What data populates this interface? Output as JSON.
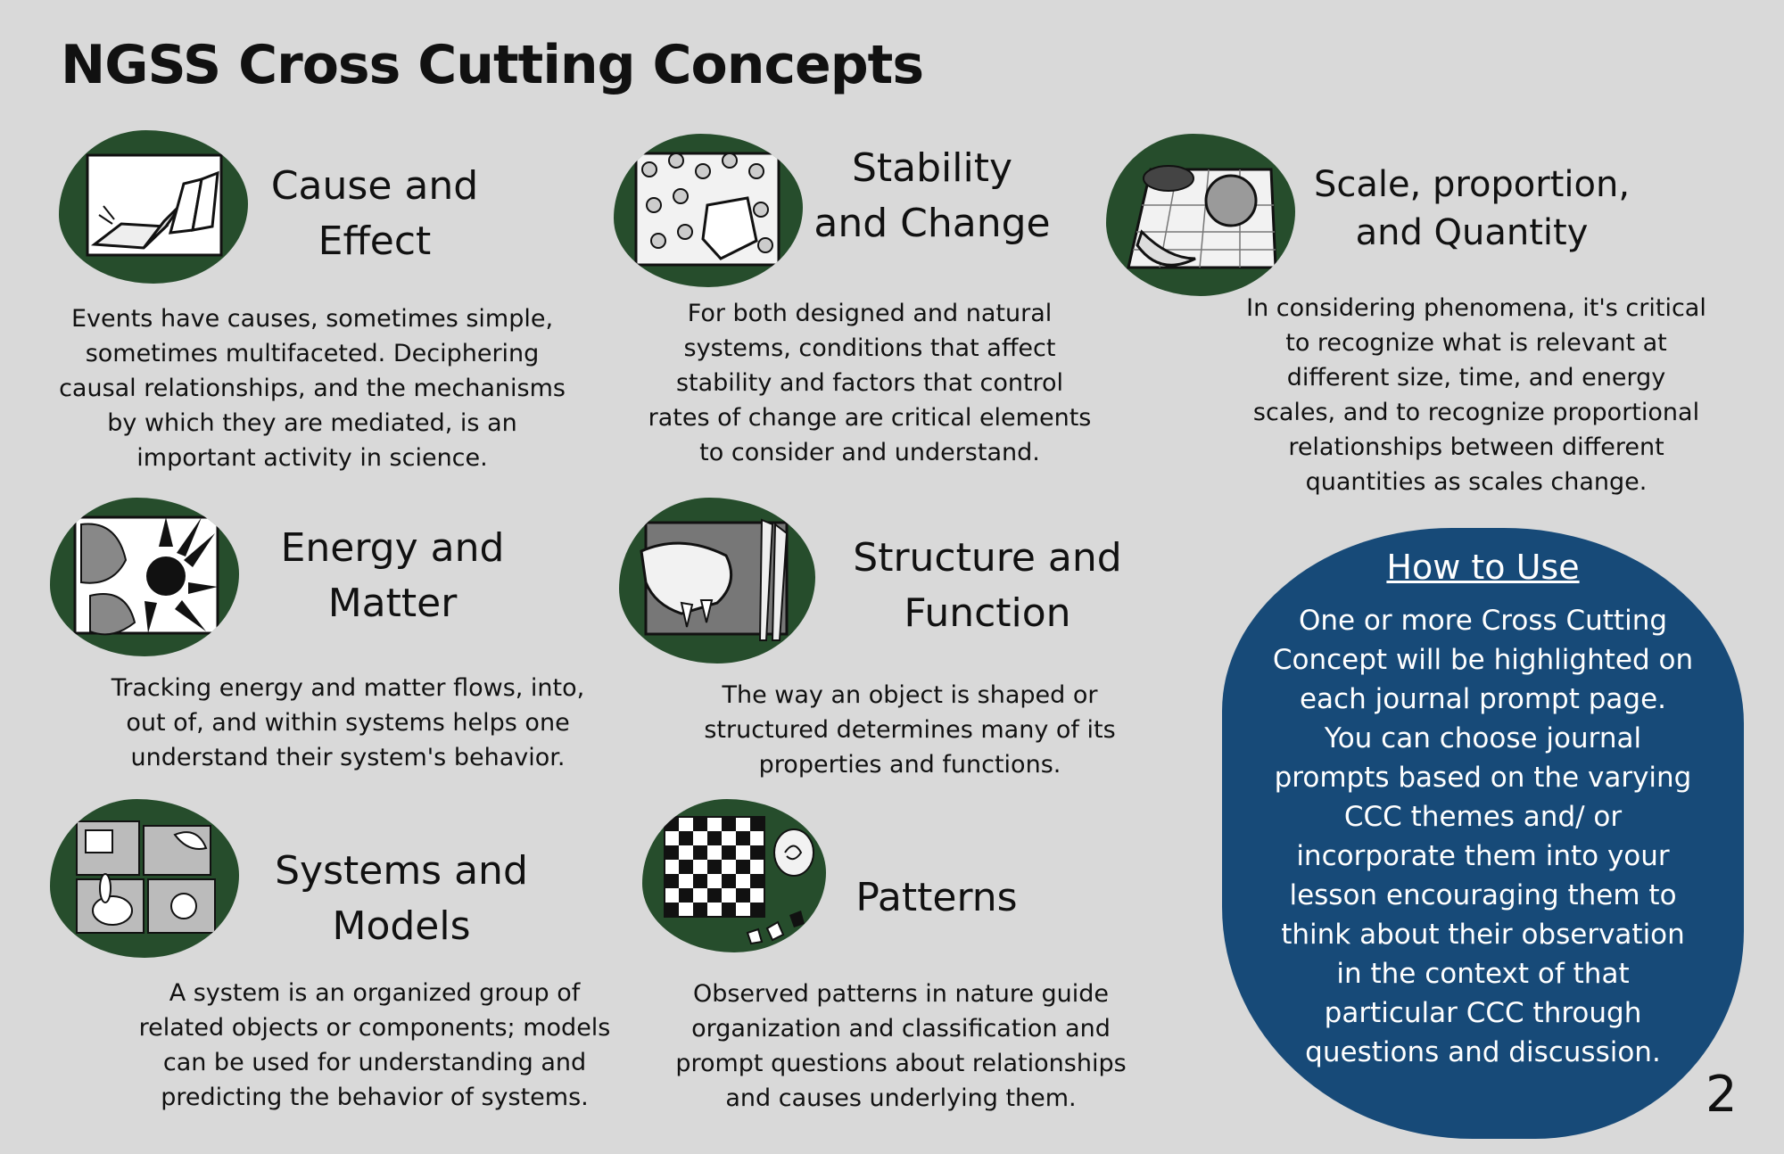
{
  "page_title": "NGSS Cross Cutting Concepts",
  "page_number": "2",
  "colors": {
    "background": "#d9d9d9",
    "icon_blob": "#264d2c",
    "howto_blob": "#174a78"
  },
  "concepts": [
    {
      "icon": "dominoes-icon",
      "heading": [
        "Cause and",
        "Effect"
      ],
      "description": [
        "Events have causes, sometimes simple,",
        "sometimes multifaceted. Deciphering",
        "causal relationships, and the mechanisms",
        "by which they are mediated, is an",
        "important activity in science."
      ]
    },
    {
      "icon": "molecule-crystal-icon",
      "heading": [
        "Stability",
        "and Change"
      ],
      "description": [
        "For both designed and natural",
        "systems, conditions that affect",
        "stability and factors that control",
        "rates of change are critical elements",
        "to consider and understand."
      ]
    },
    {
      "icon": "planets-grid-icon",
      "heading": [
        "Scale, proportion,",
        "and  Quantity"
      ],
      "description": [
        "In considering phenomena, it's critical",
        "to recognize what is relevant at",
        "different size, time, and energy",
        "scales, and to recognize proportional",
        "relationships between different",
        "quantities as scales change."
      ]
    },
    {
      "icon": "sun-leaves-icon",
      "heading": [
        "Energy and",
        "Matter"
      ],
      "description": [
        "Tracking energy and matter flows, into,",
        "out of, and within systems helps one",
        "understand their system's behavior."
      ]
    },
    {
      "icon": "skull-pliers-icon",
      "heading": [
        "Structure and",
        "Function"
      ],
      "description": [
        "The way an object is shaped or",
        "structured determines many of its",
        "properties and functions."
      ]
    },
    {
      "icon": "animal-collage-icon",
      "heading": [
        "Systems and",
        "Models"
      ],
      "description": [
        "A system is an organized group of",
        "related objects or components; models",
        "can be used for understanding and",
        "predicting the behavior of systems."
      ]
    },
    {
      "icon": "checkerboard-shell-icon",
      "heading": [
        "Patterns"
      ],
      "description": [
        "Observed patterns in nature guide",
        "organization and classification and",
        "prompt questions about relationships",
        "and causes underlying them."
      ]
    }
  ],
  "how_to_use": {
    "title": "How to Use",
    "lines": [
      "One or more Cross Cutting",
      "Concept will be highlighted on",
      "each journal prompt page.",
      "You can choose journal",
      "prompts based on the varying",
      "CCC themes and/ or",
      "incorporate them into your",
      "lesson encouraging them to",
      "think about their observation",
      "in the context of that",
      "particular CCC through",
      "questions and discussion."
    ]
  }
}
